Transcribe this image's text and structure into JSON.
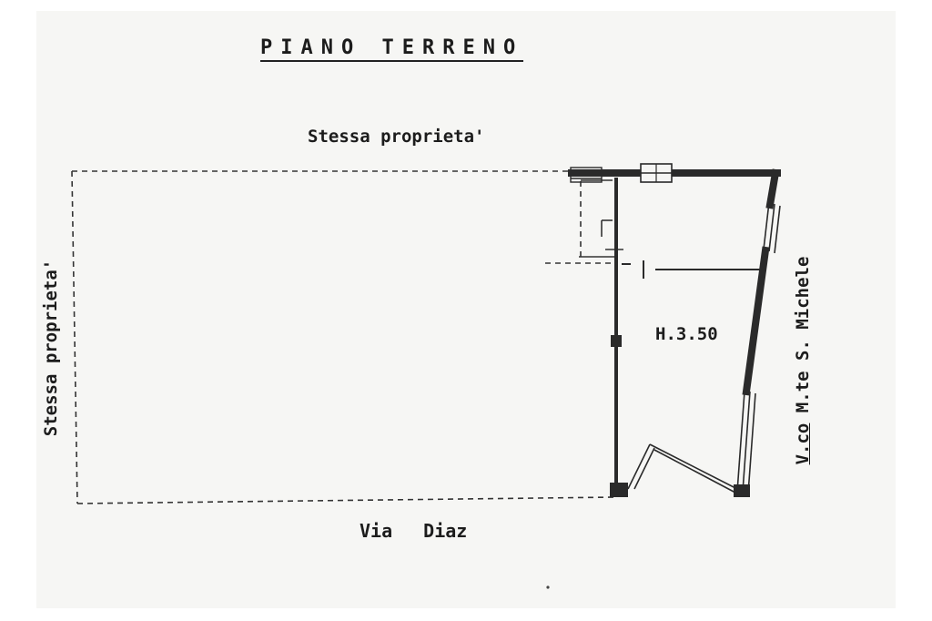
{
  "plan": {
    "title": "PIANO TERRENO",
    "top_label": "Stessa proprieta'",
    "left_label": "Stessa proprieta'",
    "height_label": "H.3.50",
    "bottom_street": "Via Diaz",
    "right_street_prefix": "V.co",
    "right_street_rest": " M.te S. Michele"
  },
  "colors": {
    "ink": "#1c1c1c",
    "paper": "#f6f6f4",
    "wall": "#2a2a2a"
  }
}
